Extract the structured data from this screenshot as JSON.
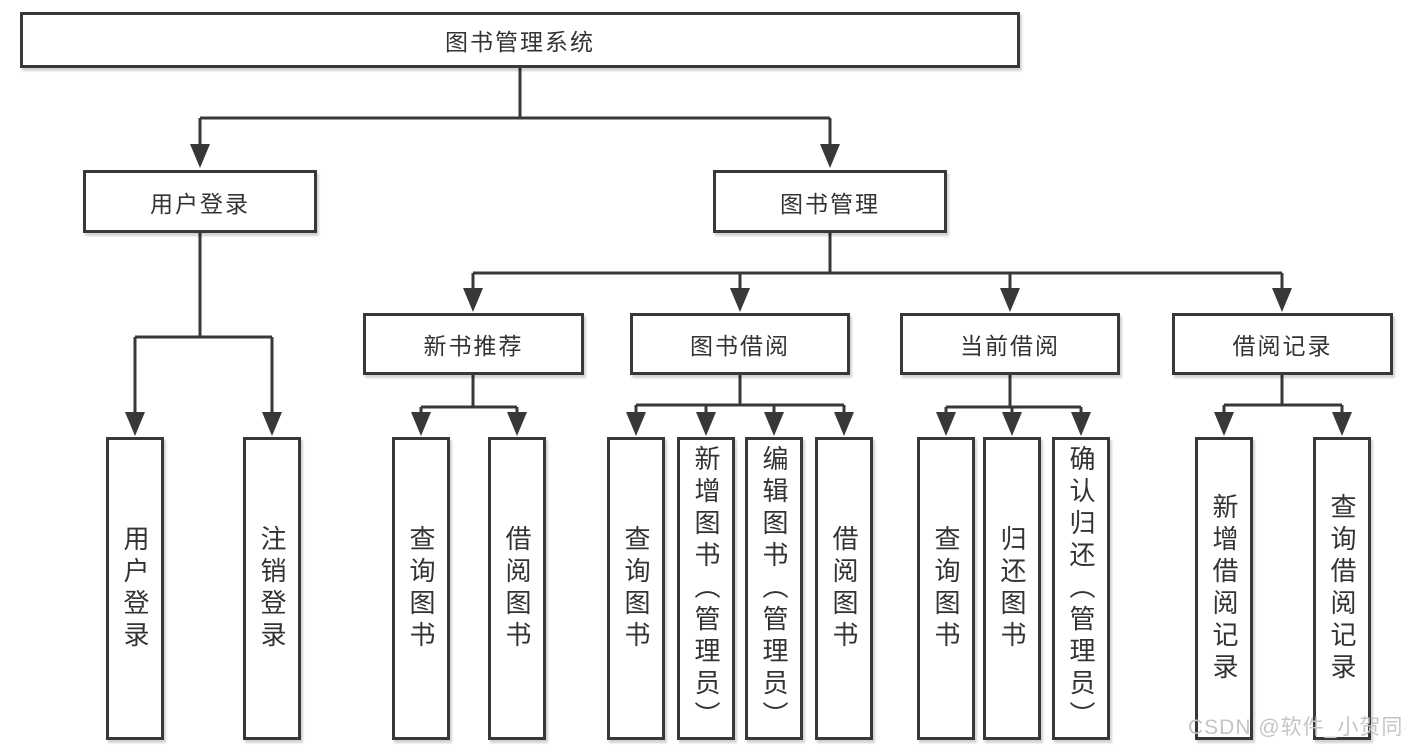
{
  "diagram_type": "tree",
  "title": "图书管理系统",
  "level2": {
    "user_login": "用户登录",
    "book_mgmt": "图书管理"
  },
  "level3": {
    "new_books": "新书推荐",
    "book_borrow": "图书借阅",
    "current_borrow": "当前借阅",
    "borrow_records": "借阅记录"
  },
  "leaves": {
    "user_login": [
      "用户登录",
      "注销登录"
    ],
    "new_books": [
      "查询图书",
      "借阅图书"
    ],
    "book_borrow": [
      "查询图书",
      "新增图书（管理员）",
      "编辑图书（管理员）",
      "借阅图书"
    ],
    "current_borrow": [
      "查询图书",
      "归还图书",
      "确认归还（管理员）"
    ],
    "borrow_records": [
      "新增借阅记录",
      "查询借阅记录"
    ]
  },
  "watermark": "CSDN @软件_小贺同学",
  "colors": {
    "line": "#383838",
    "box_border": "#383838",
    "box_fill": "#ffffff",
    "text": "#333333",
    "watermark": "#c5c5c5",
    "background": "#ffffff"
  }
}
